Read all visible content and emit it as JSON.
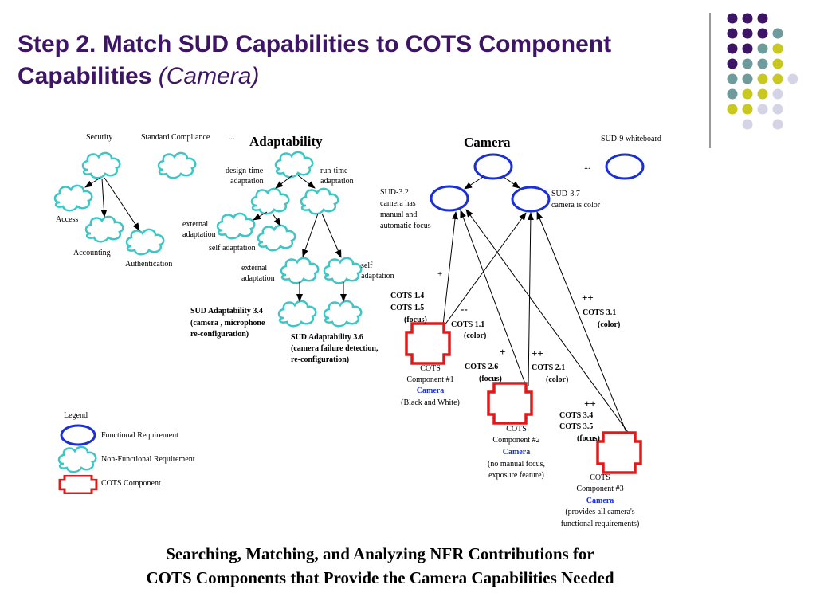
{
  "title": {
    "main": "Step 2. Match SUD Capabilities to COTS Component Capabilities",
    "sub": "(Camera)"
  },
  "left": {
    "security": "Security",
    "standard_compliance": "Standard Compliance",
    "ellipsis": "...",
    "access": "Access",
    "accounting": "Accounting",
    "authentication": "Authentication",
    "adaptability": "Adaptability",
    "design_time_1": "design-time",
    "design_time_2": "adaptation",
    "run_time_1": "run-time",
    "run_time_2": "adaptation",
    "ext_adapt_a1": "external",
    "ext_adapt_a2": "adaptation",
    "self_adapt_a": "self adaptation",
    "ext_adapt_b1": "external",
    "ext_adapt_b2": "adaptation",
    "self_adapt_b1": "self",
    "self_adapt_b2": "adaptation",
    "sud34_1": "SUD Adaptability 3.4",
    "sud34_2": "(camera , microphone",
    "sud34_3": "re-configuration)",
    "sud36_1": "SUD Adaptability 3.6",
    "sud36_2": "(camera failure detection,",
    "sud36_3": "re-configuration)"
  },
  "camera": {
    "heading": "Camera",
    "whiteboard": "SUD-9 whiteboard",
    "ellipsis": "...",
    "sud32_1": "SUD-3.2",
    "sud32_2": "camera has",
    "sud32_3": "manual and",
    "sud32_4": "automatic focus",
    "sud37_1": "SUD-3.7",
    "sud37_2": "camera is color",
    "plus": "+",
    "cots14": "COTS 1.4",
    "cots15": "COTS 1.5",
    "focus1": "(focus)",
    "minus": "--",
    "cots11": "COTS 1.1",
    "color1": "(color)",
    "pp31": "++",
    "cots31": "COTS 3.1",
    "color31": "(color)",
    "plus26": "+",
    "cots26": "COTS 2.6",
    "focus26": "(focus)",
    "pp21": "++",
    "cots21": "COTS 2.1",
    "color21": "(color)",
    "pp34": "++",
    "cots34": "COTS 3.4",
    "cots35": "COTS 3.5",
    "focus34": "(focus)",
    "c1_1": "COTS",
    "c1_2": "Component #1",
    "c1_3": "Camera",
    "c1_4": "(Black and White)",
    "c2_1": "COTS",
    "c2_2": "Component #2",
    "c2_3": "Camera",
    "c2_4": "(no manual focus,",
    "c2_5": "exposure feature)",
    "c3_1": "COTS",
    "c3_2": "Component #3",
    "c3_3": "Camera",
    "c3_4": "(provides all camera's",
    "c3_5": "functional requirements)"
  },
  "legend": {
    "title": "Legend",
    "functional": "Functional Requirement",
    "nonfunctional": "Non-Functional Requirement",
    "cots": "COTS Component"
  },
  "caption": {
    "line1": "Searching, Matching, and Analyzing NFR Contributions for",
    "line2": "COTS Components that Provide the Camera Capabilities Needed"
  },
  "colors": {
    "title": "#3d1466",
    "functional": "#1a2fd6",
    "nonfunctional": "#3ec6c6",
    "cots": "#e01a1a",
    "camera_label": "#1a2fd6",
    "dot_purple": "#3d1466",
    "dot_teal": "#6e9c9c",
    "dot_yellow": "#c8c81e",
    "dot_lavender": "#d4d4e6"
  }
}
